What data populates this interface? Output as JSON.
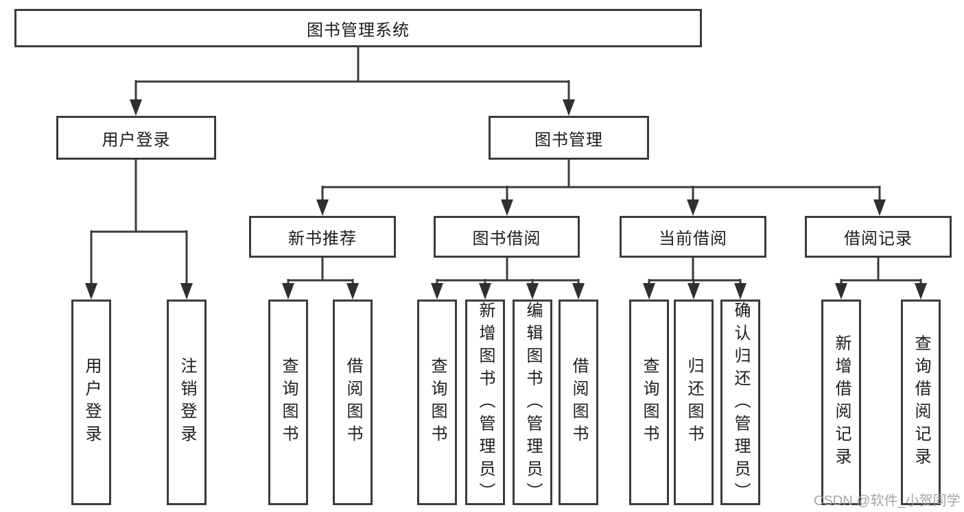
{
  "diagram_type": "hierarchy-tree",
  "tree": {
    "label": "图书管理系统",
    "children": [
      {
        "label": "用户登录",
        "children": [
          {
            "label": "用户登录"
          },
          {
            "label": "注销登录"
          }
        ]
      },
      {
        "label": "图书管理",
        "children": [
          {
            "label": "新书推荐",
            "children": [
              {
                "label": "查询图书"
              },
              {
                "label": "借阅图书"
              }
            ]
          },
          {
            "label": "图书借阅",
            "children": [
              {
                "label": "查询图书"
              },
              {
                "label": "新增图书（管理员）"
              },
              {
                "label": "编辑图书（管理员）"
              },
              {
                "label": "借阅图书"
              }
            ]
          },
          {
            "label": "当前借阅",
            "children": [
              {
                "label": "查询图书"
              },
              {
                "label": "归还图书"
              },
              {
                "label": "确认归还（管理员）"
              }
            ]
          },
          {
            "label": "借阅记录",
            "children": [
              {
                "label": "新增借阅记录"
              },
              {
                "label": "查询借阅记录"
              }
            ]
          }
        ]
      }
    ]
  },
  "watermark": {
    "text": "CSDN @软件_小贺同学"
  },
  "colors": {
    "line": "#3b3b3b",
    "arrow": "#2f2f2f",
    "text": "#1c1c1c",
    "watermark": "#a5a5a5",
    "background": "#ffffff"
  }
}
